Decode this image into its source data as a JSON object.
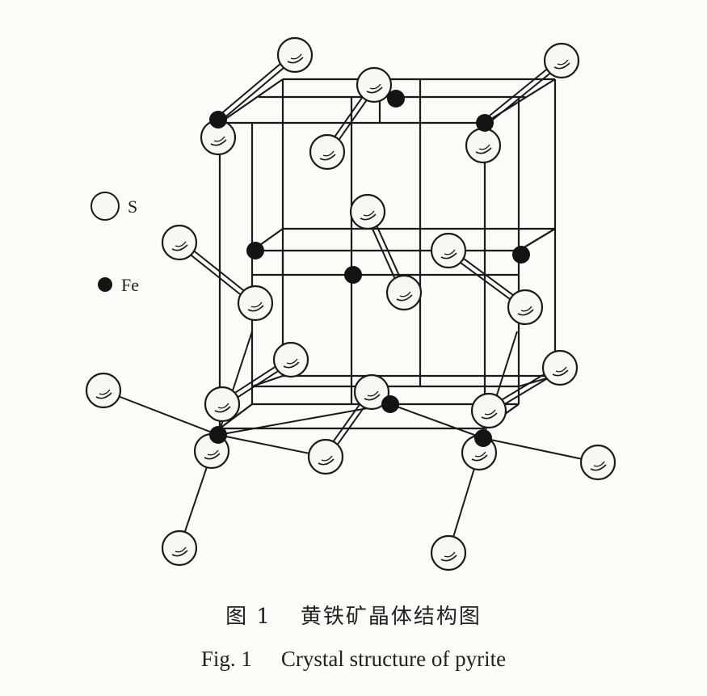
{
  "legend": {
    "sulfur": {
      "symbol": "S",
      "style": "open-circle"
    },
    "iron": {
      "symbol": "Fe",
      "style": "filled-circle"
    }
  },
  "caption": {
    "zh_number": "图 1",
    "zh_title": "黄铁矿晶体结构图",
    "en_number": "Fig. 1",
    "en_title": "Crystal structure of pyrite"
  },
  "colors": {
    "line": "#1a1a1a",
    "sulfur_fill": "#f8f8f2",
    "iron_fill": "#141414",
    "background": "#fbfbf7"
  }
}
